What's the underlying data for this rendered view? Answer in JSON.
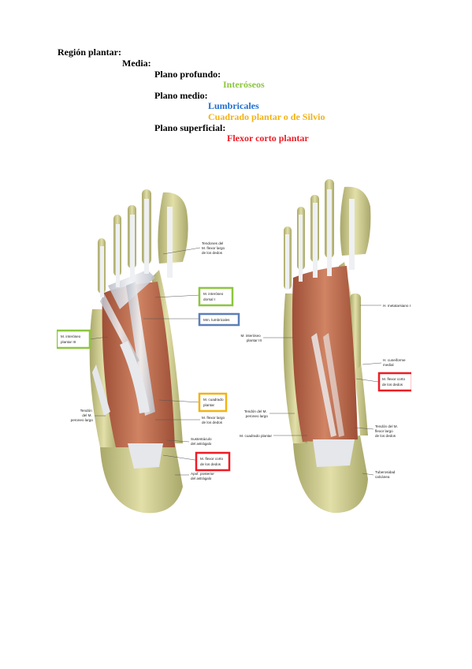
{
  "outline": {
    "region": "Región plantar:",
    "sub": "Media:",
    "plano_profundo": "Plano profundo:",
    "interoseos": "Interóseos",
    "plano_medio": "Plano medio:",
    "lumbricales": "Lumbricales",
    "cuadrado": "Cuadrado plantar o de Silvio",
    "plano_superficial": "Plano superficial:",
    "flexor": "Flexor corto plantar"
  },
  "colors": {
    "interoseos": "#8dc63f",
    "lumbricales": "#1f6fd1",
    "cuadrado": "#f2b315",
    "flexor": "#ee1c25",
    "bone": "#d8d59a",
    "muscle": "#c46e4e",
    "tendon": "#e6e8ec"
  },
  "figure": {
    "left": {
      "tendones": [
        "Tendones del",
        "M. flexor largo",
        "de los dedos"
      ],
      "interoseo_dorsal": [
        "M. interóseo",
        "dorsal I"
      ],
      "lumbricales": "Mm. lumbricales",
      "interoseo_plantar": [
        "M. interóseo",
        "plantar III"
      ],
      "cuadrado": [
        "M. cuadrado",
        "plantar"
      ],
      "flexor_largo": [
        "M. flexor largo",
        "de los dedos"
      ],
      "peroneo": [
        "Tendón",
        "del M.",
        "peroneo largo"
      ],
      "sustentaculo": [
        "Sustentáculo",
        "del astrágalo"
      ],
      "flexor_corto": [
        "M. flexor corto",
        "de los dedos"
      ],
      "apof": [
        "Apof. posterior",
        "del astrágalo"
      ]
    },
    "right": {
      "metatarsiano": "H. metatarsiano I",
      "interoseo_plantar": [
        "M. interóseo",
        "plantar III"
      ],
      "cuneiforme": [
        "H. cuneiforme",
        "medial"
      ],
      "flexor_corto": [
        "M. flexor corto",
        "de los dedos"
      ],
      "peroneo": [
        "Tendón del M.",
        "peroneo largo"
      ],
      "cuadrado": "M. cuadrado plantar",
      "flexor_largo": [
        "Tendón del M.",
        "flexor largo",
        "de los dedos"
      ],
      "tuberosidad": [
        "Tuberosidad",
        "calcánea"
      ]
    }
  }
}
